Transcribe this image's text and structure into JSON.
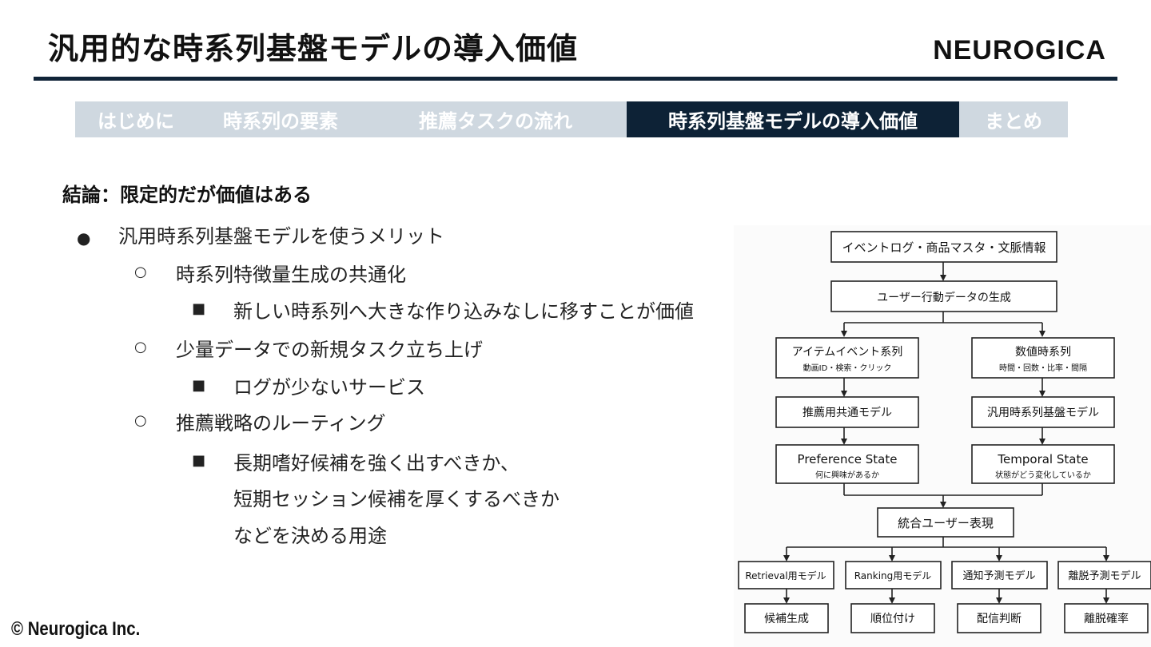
{
  "header": {
    "title": "汎用的な時系列基盤モデルの導入価値",
    "logo": "NEUROGICA"
  },
  "tabs": [
    {
      "label": "はじめに",
      "active": false
    },
    {
      "label": "時系列の要素",
      "active": false
    },
    {
      "label": "推薦タスクの流れ",
      "active": false
    },
    {
      "label": "時系列基盤モデルの導入価値",
      "active": true
    },
    {
      "label": "まとめ",
      "active": false
    }
  ],
  "content": {
    "conclusion": "結論：限定的だが価値はある",
    "bullets": [
      "汎用時系列基盤モデルを使うメリット",
      "時系列特徴量生成の共通化",
      "新しい時系列へ大きな作り込みなしに移すことが価値",
      "少量データでの新規タスク立ち上げ",
      "ログが少ないサービス",
      "推薦戦略のルーティング",
      "長期嗜好候補を強く出すべきか、",
      "短期セッション候補を厚くするべきか",
      "などを決める用途"
    ]
  },
  "flow": {
    "top": "イベントログ・商品マスタ・文脈情報",
    "gen": "ユーザー行動データの生成",
    "left_series": {
      "title": "アイテムイベント系列",
      "sub": "動画ID・検索・クリック"
    },
    "right_series": {
      "title": "数値時系列",
      "sub": "時間・回数・比率・間隔"
    },
    "left_model": "推薦用共通モデル",
    "right_model": "汎用時系列基盤モデル",
    "left_state": {
      "title": "Preference State",
      "sub": "何に興味があるか"
    },
    "right_state": {
      "title": "Temporal State",
      "sub": "状態がどう変化しているか"
    },
    "merge": "統合ユーザー表現",
    "models": [
      "Retrieval用モデル",
      "Ranking用モデル",
      "通知予測モデル",
      "離脱予測モデル"
    ],
    "outputs": [
      "候補生成",
      "順位付け",
      "配信判断",
      "離脱確率"
    ]
  },
  "footer": {
    "copyright": "© Neurogica Inc."
  }
}
